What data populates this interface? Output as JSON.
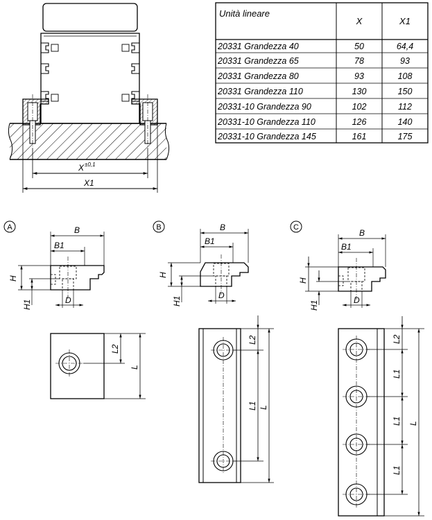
{
  "table": {
    "headers": {
      "name": "Unità lineare",
      "x": "X",
      "x1": "X1"
    },
    "rows": [
      {
        "name": "20331 Grandezza 40",
        "x": "50",
        "x1": "64,4"
      },
      {
        "name": "20331 Grandezza 65",
        "x": "78",
        "x1": "93"
      },
      {
        "name": "20331 Grandezza 80",
        "x": "93",
        "x1": "108"
      },
      {
        "name": "20331 Grandezza 110",
        "x": "130",
        "x1": "150"
      },
      {
        "name": "20331-10 Grandezza 90",
        "x": "102",
        "x1": "112"
      },
      {
        "name": "20331-10 Grandezza 110",
        "x": "126",
        "x1": "140"
      },
      {
        "name": "20331-10 Grandezza 145",
        "x": "161",
        "x1": "175"
      }
    ]
  },
  "assembly": {
    "x_label": "X",
    "x_tol": "±0,1",
    "x1_label": "X1"
  },
  "variants": [
    {
      "marker": "A",
      "b": "B",
      "b1": "B1",
      "h": "H",
      "h1": "H1",
      "d": "D",
      "l": "L",
      "l1": "",
      "l2": "L2"
    },
    {
      "marker": "B",
      "b": "B",
      "b1": "B1",
      "h": "H",
      "h1": "H1",
      "d": "D",
      "l": "L",
      "l1": "L1",
      "l2": "L2"
    },
    {
      "marker": "C",
      "b": "B",
      "b1": "B1",
      "h": "H",
      "h1": "H1",
      "d": "D",
      "l": "L",
      "l1": "L1",
      "l2": "L2"
    }
  ]
}
